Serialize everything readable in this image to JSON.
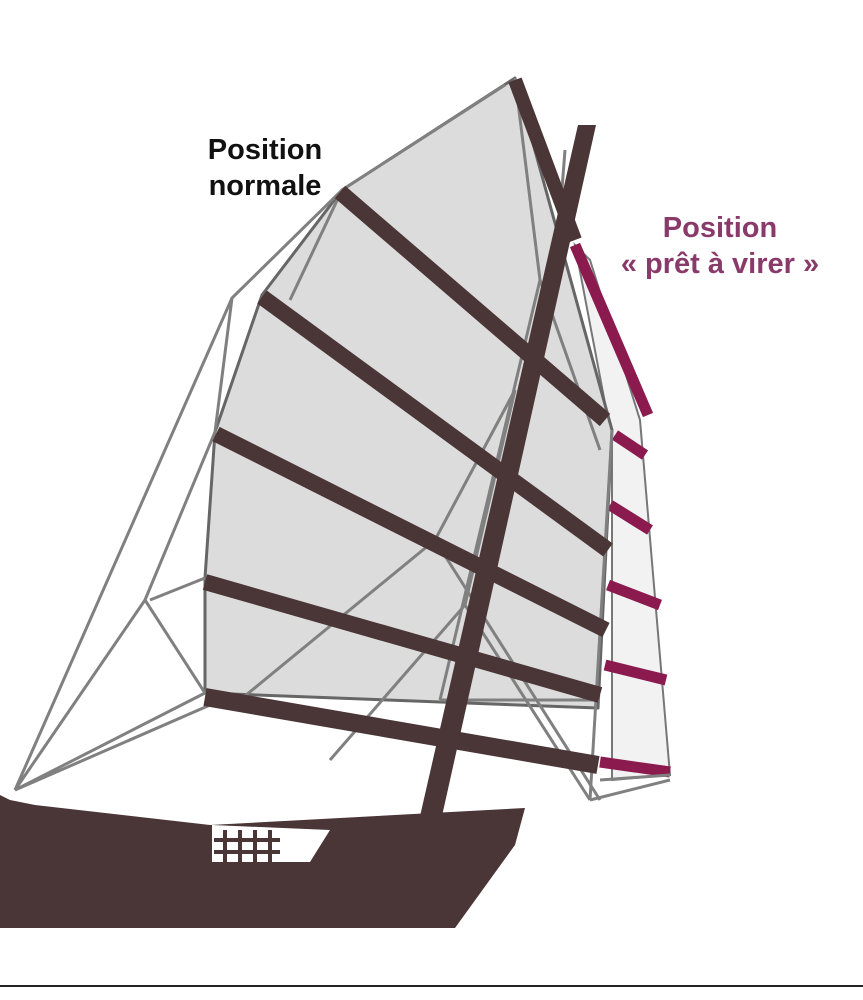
{
  "labels": {
    "normal": {
      "line1": "Position",
      "line2": "normale"
    },
    "tack": {
      "line1": "Position",
      "line2": "« prêt à virer »"
    }
  },
  "colors": {
    "hull": "#4a3537",
    "sail": "#dcdcdc",
    "rigging": "#808080",
    "tack_sail": "#8b1a4f",
    "tack_label": "#8a3a6a",
    "normal_label": "#111111",
    "rule": "#222222"
  }
}
